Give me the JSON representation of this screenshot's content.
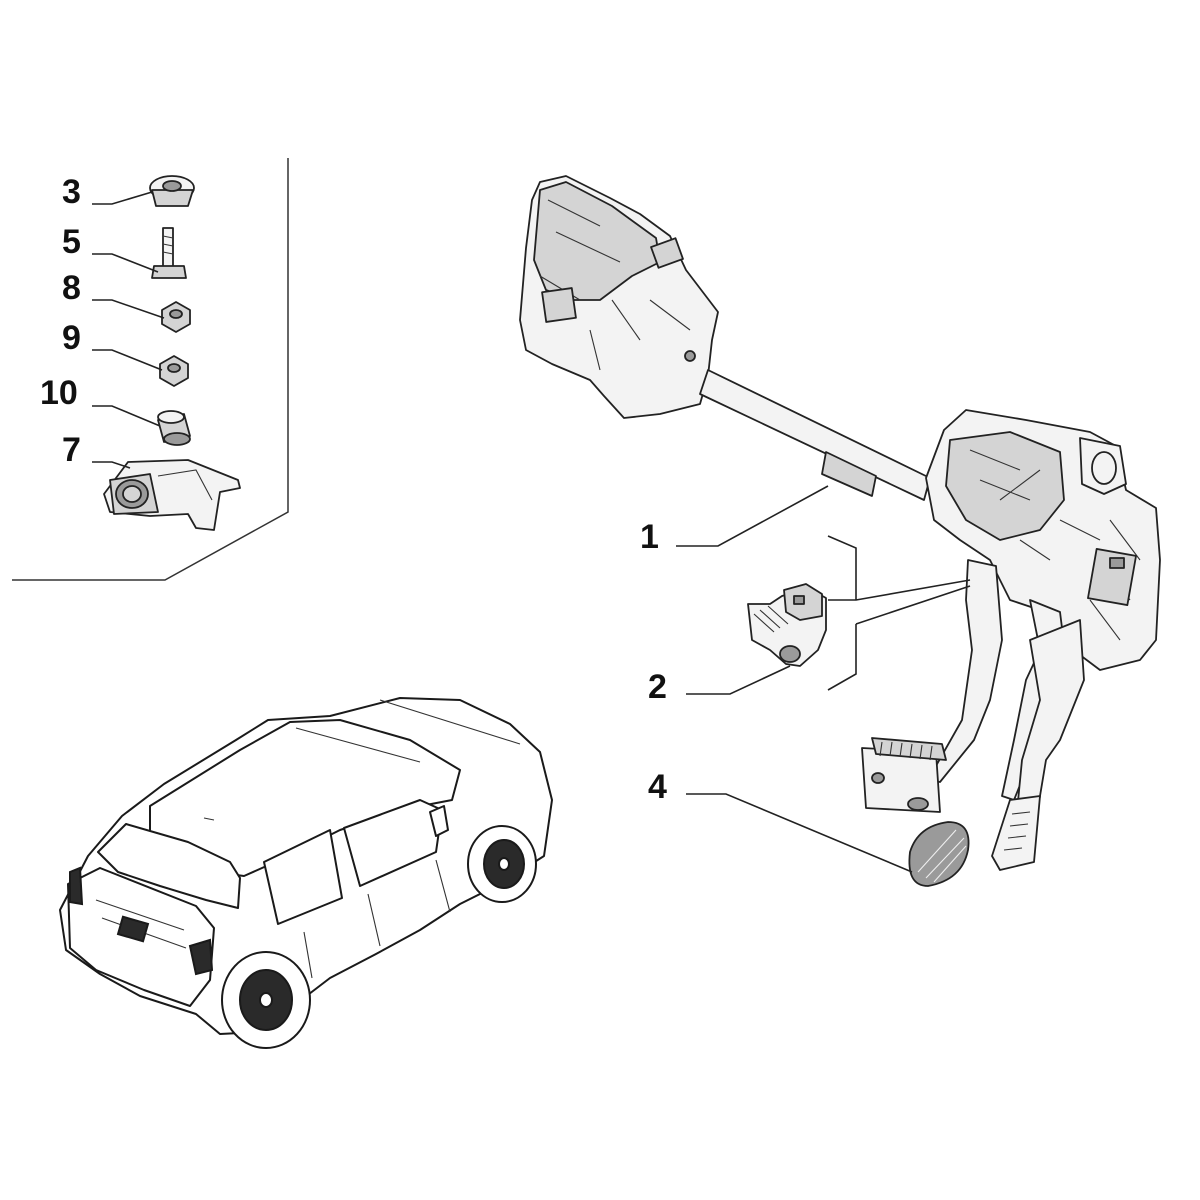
{
  "callouts": {
    "c1": "1",
    "c2": "2",
    "c3": "3",
    "c4": "4",
    "c5": "5",
    "c7": "7",
    "c8": "8",
    "c9": "9",
    "c10": "10"
  }
}
